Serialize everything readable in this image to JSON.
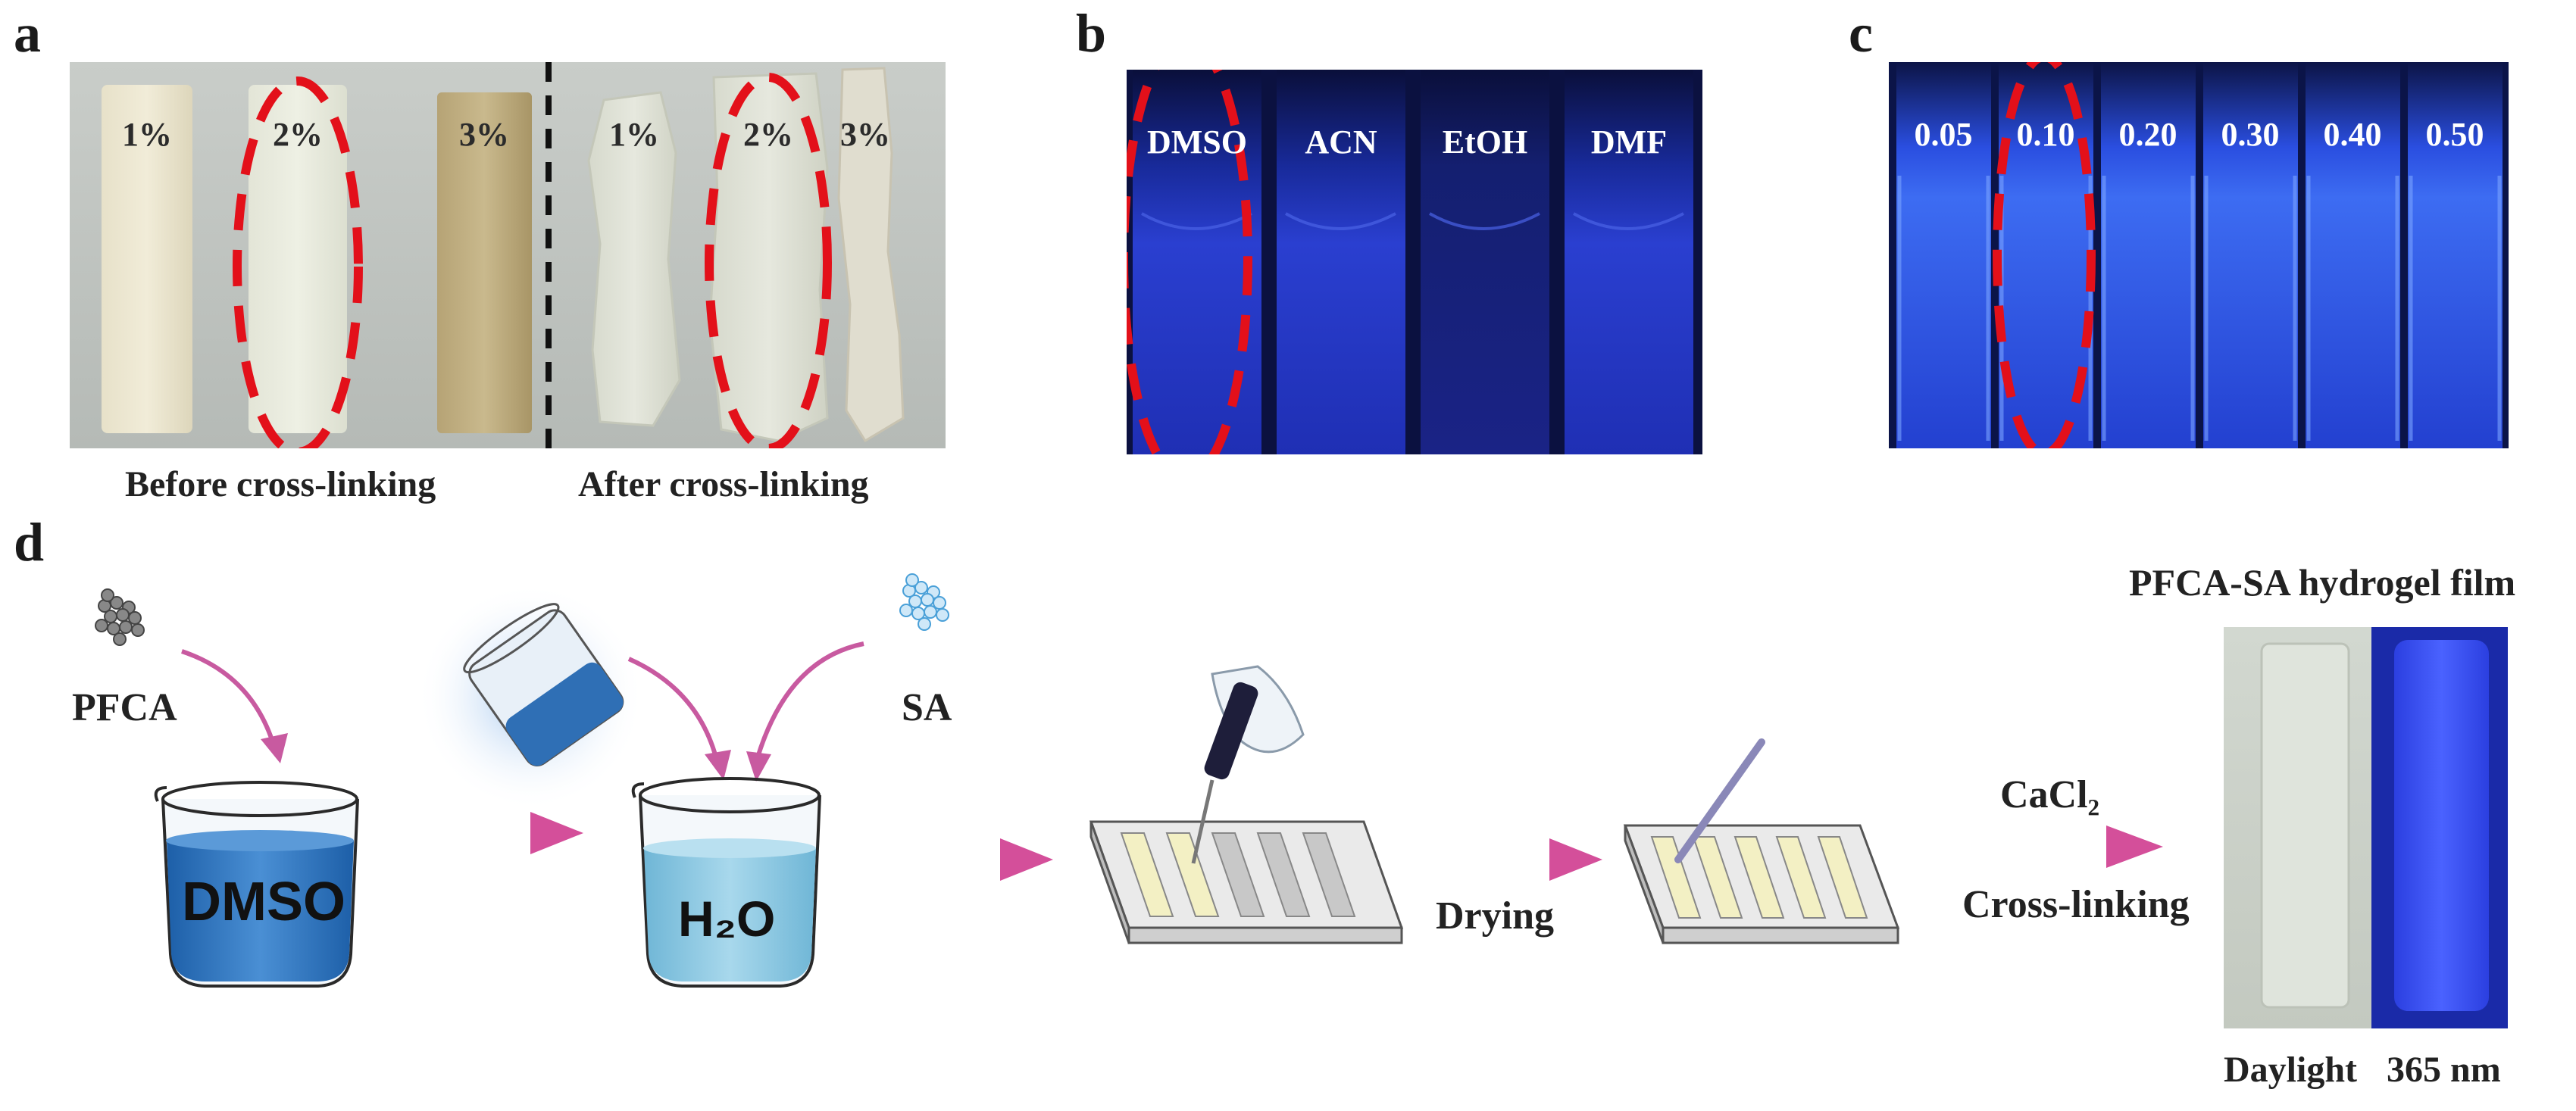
{
  "panels": {
    "a": {
      "letter": "a",
      "strips_before": [
        "1%",
        "2%",
        "3%"
      ],
      "strips_after": [
        "1%",
        "2%",
        "3%"
      ],
      "caption_before": "Before cross-linking",
      "caption_after": "After cross-linking"
    },
    "b": {
      "letter": "b",
      "solvents": [
        "DMSO",
        "ACN",
        "EtOH",
        "DMF"
      ]
    },
    "c": {
      "letter": "c",
      "concentrations": [
        "0.05",
        "0.10",
        "0.20",
        "0.30",
        "0.40",
        "0.50"
      ]
    },
    "d": {
      "letter": "d",
      "pfca_label": "PFCA",
      "sa_label": "SA",
      "beaker1_label": "DMSO",
      "beaker2_label": "H₂O",
      "drying_label": "Drying",
      "cacl2_label": "CaCl₂",
      "crosslinking_label": "Cross-linking",
      "film_title": "PFCA-SA hydrogel film",
      "daylight_label": "Daylight",
      "uv_label": "365 nm"
    }
  },
  "colors": {
    "highlight": "#e3101a",
    "arrow": "#d66aa8",
    "uv_blue": "#2233cc",
    "paper": "#f2f2e6"
  }
}
